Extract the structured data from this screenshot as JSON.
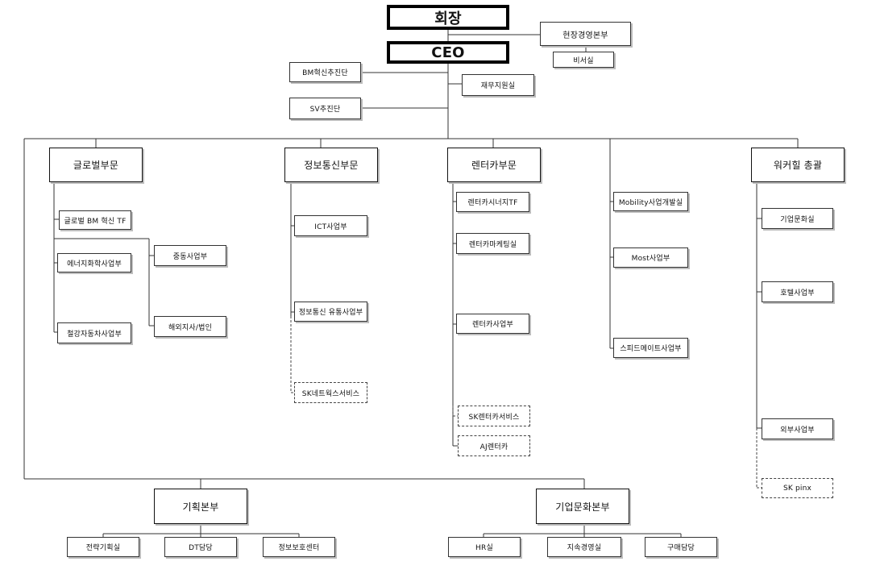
{
  "chairman": "회장",
  "ceo": "CEO",
  "staff": {
    "field_mgmt": "현장경영본부",
    "secretary": "비서실",
    "bm_innovation": "BM혁신추진단",
    "finance_support": "재무지원실",
    "sv_promotion": "SV추진단"
  },
  "global": {
    "title": "글로벌부문",
    "bm_tf": "글로벌 BM 혁신 TF",
    "energy": "에너지화학사업부",
    "middle_east": "중동사업부",
    "steel_auto": "철강자동차사업부",
    "overseas": "해외지사/법인"
  },
  "ict": {
    "title": "정보통신부문",
    "ict_biz": "ICT사업부",
    "distribution": "정보통신 유통사업부",
    "networks": "SK네트웍스서비스"
  },
  "rental": {
    "title": "렌터카부문",
    "synergy_tf": "렌터카시너지TF",
    "marketing": "렌터카마케팅실",
    "rental_biz": "렌터카사업부",
    "sk_rent": "SK렌터카서비스",
    "aj_rent": "AJ렌터카"
  },
  "mobility": {
    "dev": "Mobility사업개발실",
    "most": "Most사업부",
    "speedmate": "스피드메이트사업부"
  },
  "walkerhill": {
    "title": "워커힐 총괄",
    "culture": "기업문화실",
    "hotel": "호텔사업부",
    "external": "외부사업부",
    "pinx": "SK pinx"
  },
  "planning": {
    "title": "기획본부",
    "strategy": "전략기획실",
    "dt": "DT담당",
    "security": "정보보호센터"
  },
  "corp_culture": {
    "title": "기업문화본부",
    "hr": "HR실",
    "sustain": "지속경영실",
    "purchase": "구매담당"
  }
}
